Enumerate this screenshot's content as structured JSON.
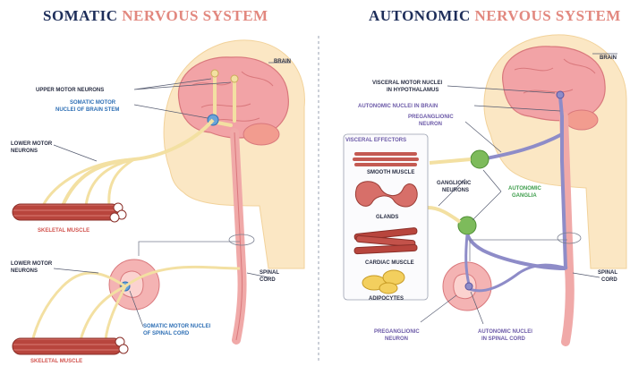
{
  "panels": {
    "somatic": {
      "title_a": "SOMATIC",
      "title_b": "NERVOUS SYSTEM",
      "labels": {
        "brain": "BRAIN",
        "upper_motor": "UPPER MOTOR NEURONS",
        "somatic_brain_stem_1": "SOMATIC MOTOR",
        "somatic_brain_stem_2": "NUCLEI OF BRAIN STEM",
        "lower_motor_top_1": "LOWER MOTOR",
        "lower_motor_top_2": "NEURONS",
        "skeletal_muscle": "SKELETAL MUSCLE",
        "lower_motor_bottom_1": "LOWER MOTOR",
        "lower_motor_bottom_2": "NEURONS",
        "spinal_cord_1": "SPINAL",
        "spinal_cord_2": "CORD",
        "spinal_nuclei_1": "SOMATIC MOTOR NUCLEI",
        "spinal_nuclei_2": "OF SPINAL CORD",
        "skeletal_muscle_bottom": "SKELETAL MUSCLE"
      }
    },
    "autonomic": {
      "title_a": "AUTONOMIC",
      "title_b": "NERVOUS SYSTEM",
      "labels": {
        "brain": "BRAIN",
        "visceral_nuclei_1": "VISCERAL MOTOR NUCLEI",
        "visceral_nuclei_2": "IN HYPOTHALAMUS",
        "autonomic_nuclei_brain": "AUTONOMIC NUCLEI IN BRAIN",
        "preganglionic_1": "PREGANGLIONIC",
        "preganglionic_2": "NEURON",
        "visceral_effectors": "VISCERAL EFFECTORS",
        "smooth_muscle": "SMOOTH MUSCLE",
        "glands": "GLANDS",
        "cardiac_muscle": "CARDIAC MUSCLE",
        "adipocytes": "ADIPOCYTES",
        "ganglionic_1": "GANGLIONIC",
        "ganglionic_2": "NEURONS",
        "autonomic_ganglia_1": "AUTONOMIC",
        "autonomic_ganglia_2": "GANGLIA",
        "spinal_cord_1": "SPINAL",
        "spinal_cord_2": "CORD",
        "preganglionic_bottom_1": "PREGANGLIONIC",
        "preganglionic_bottom_2": "NEURON",
        "autonomic_spinal_1": "AUTONOMIC NUCLEI",
        "autonomic_spinal_2": "IN SPINAL CORD"
      }
    }
  },
  "colors": {
    "title_dark": "#1e2e5a",
    "title_accent": "#e2887f",
    "nerve_yellow": "#f3e0a2",
    "nerve_purple": "#8e8cc8",
    "brain_pink": "#f2a3a6",
    "head_skin": "#fbe7c4",
    "muscle_red": "#b8453d",
    "ganglion_green": "#7dbb5b"
  }
}
